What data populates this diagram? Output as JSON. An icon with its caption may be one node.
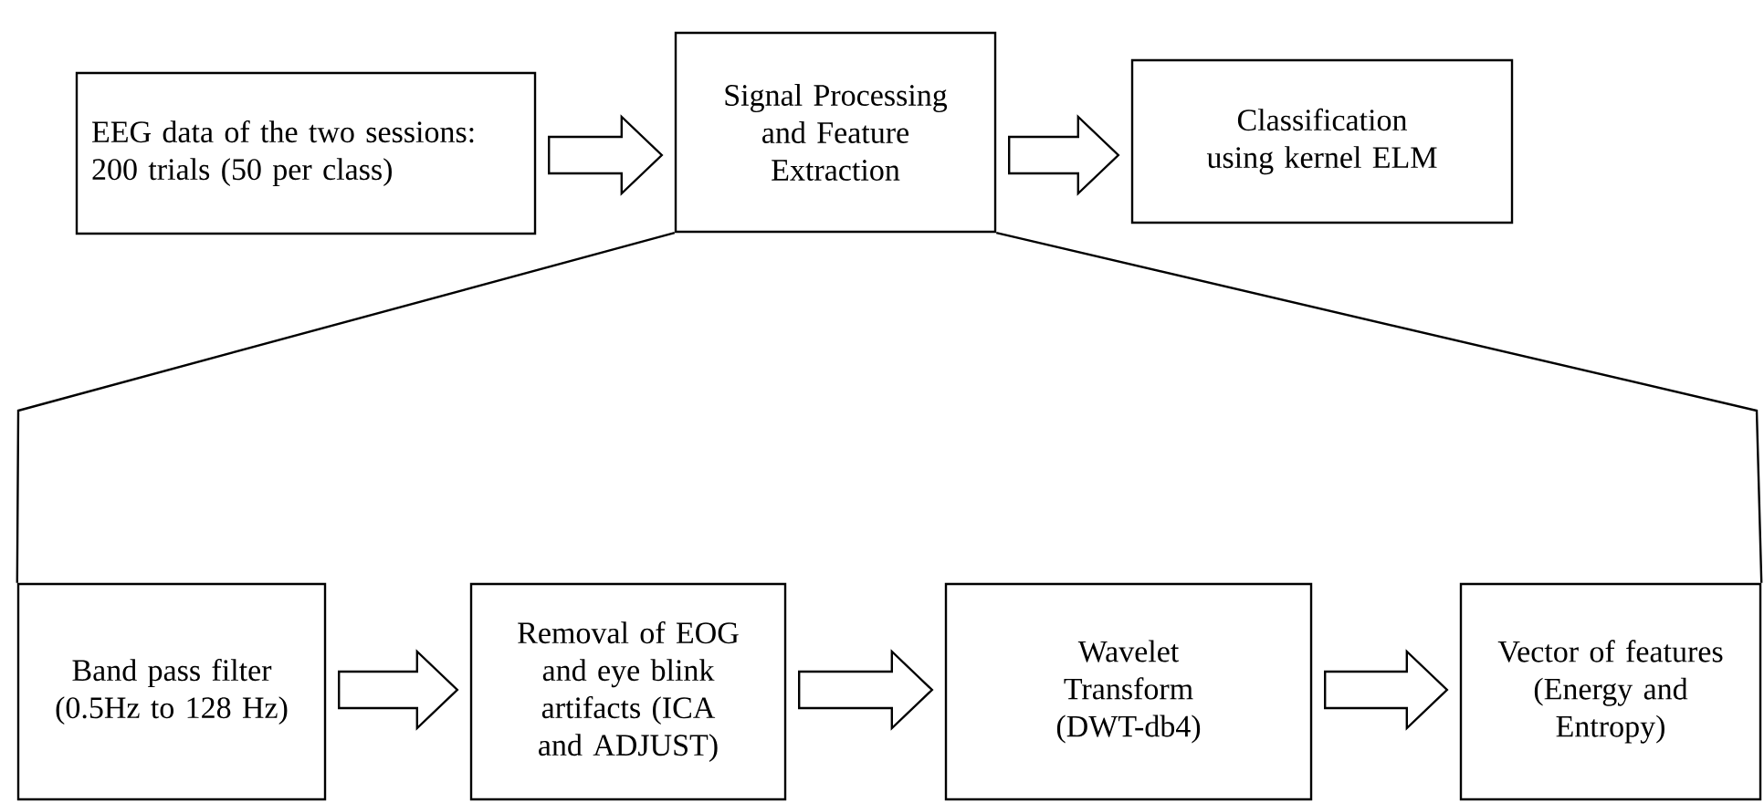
{
  "diagram": {
    "nodes": [
      {
        "text": [
          "EEG data of the two sessions:",
          "200 trials (50 per class)"
        ]
      },
      {
        "text": [
          "Signal Processing and Feature Extraction"
        ]
      },
      {
        "text": [
          "Classification using kernel ELM"
        ]
      },
      {
        "text": [
          "Band pass filter (0.5Hz to 128 Hz)"
        ]
      },
      {
        "text": [
          "Removal of EOG and eye blink artifacts (ICA and ADJUST)"
        ]
      },
      {
        "text": [
          "Wavelet Transform (DWT-db4)"
        ]
      },
      {
        "text": [
          "Vector of features (Energy and Entropy)"
        ]
      }
    ],
    "edges": [
      {
        "from": 0,
        "to": 1,
        "arrow": "to"
      },
      {
        "from": 1,
        "to": 2,
        "arrow": "to"
      },
      {
        "from": 3,
        "to": 4,
        "arrow": "to"
      },
      {
        "from": 4,
        "to": 5,
        "arrow": "to"
      },
      {
        "from": 5,
        "to": 6,
        "arrow": "to"
      },
      {
        "from": 1,
        "to": 3,
        "arrow": "none"
      },
      {
        "from": 1,
        "to": 6,
        "arrow": "none"
      }
    ]
  }
}
